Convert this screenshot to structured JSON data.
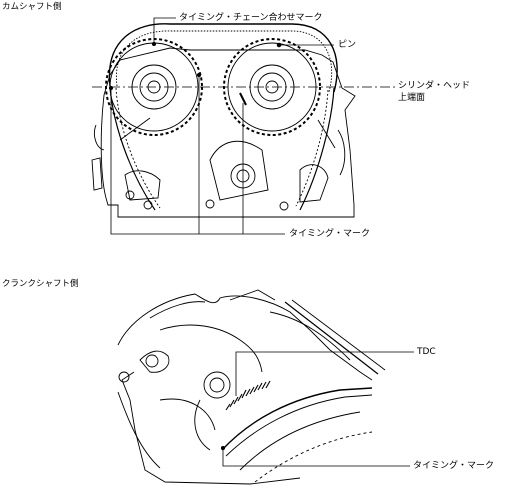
{
  "sections": {
    "camshaft_side": "カムシャフト側",
    "crankshaft_side": "クランクシャフト側"
  },
  "callouts": {
    "timing_chain_alignment_mark": "タイミング・チェーン合わせマーク",
    "pin": "ピン",
    "cylinder_head_top_surface_line1": "シリンダ・ヘッド",
    "cylinder_head_top_surface_line2": "上端面",
    "timing_mark_cam": "タイミング・マーク",
    "tdc": "TDC",
    "timing_mark_crank": "タイミング・マーク"
  }
}
